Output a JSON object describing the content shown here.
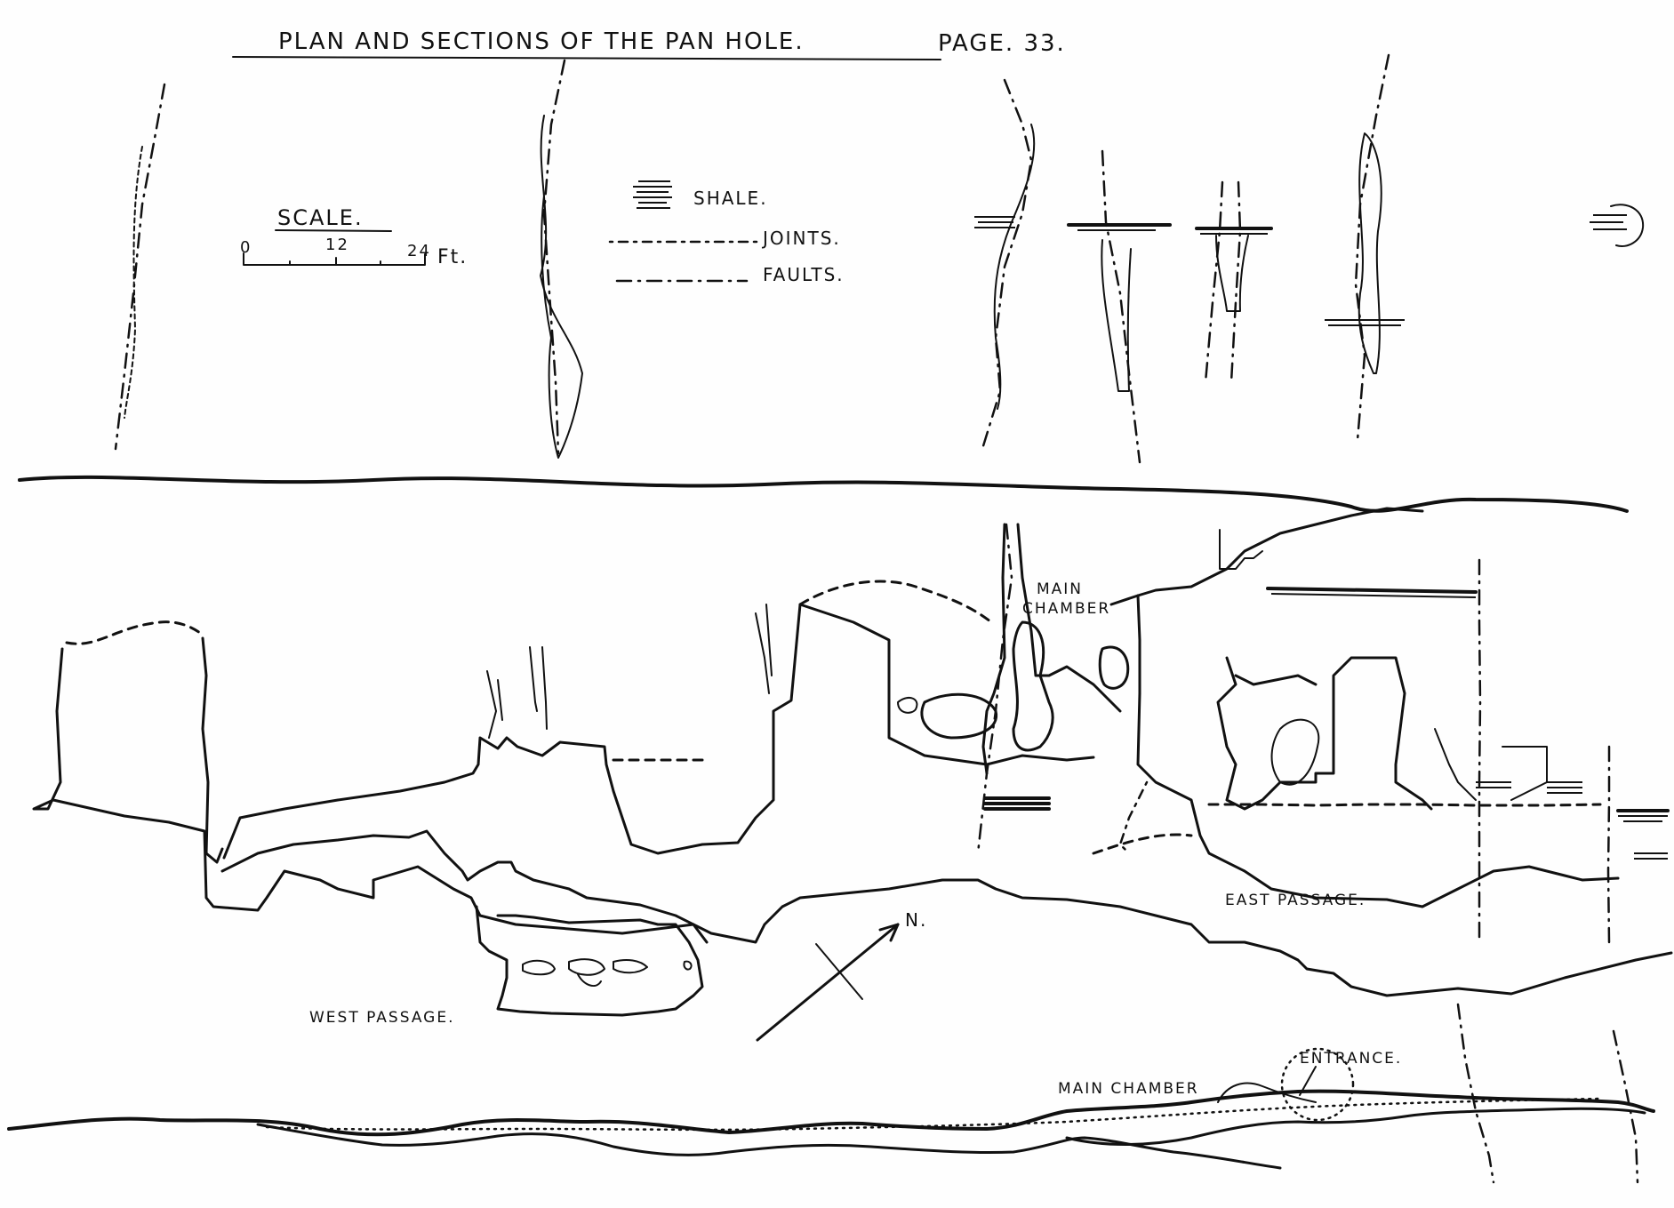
{
  "title": {
    "text": "PLAN AND SECTIONS OF THE PAN HOLE.",
    "page": "PAGE. 33."
  },
  "scale": {
    "label": "SCALE.",
    "ticks": [
      "0",
      "12",
      "24"
    ],
    "unit": "Ft."
  },
  "legend": {
    "items": [
      {
        "label": "SHALE.",
        "symbol": "shale-hatch"
      },
      {
        "label": "JOINTS.",
        "symbol": "joint-line"
      },
      {
        "label": "FAULTS.",
        "symbol": "fault-line"
      }
    ]
  },
  "labels": {
    "main_chamber_plan_1": "MAIN",
    "main_chamber_plan_2": "CHAMBER",
    "east_passage": "EAST PASSAGE.",
    "west_passage": "WEST PASSAGE.",
    "north": "N.",
    "main_chamber_section": "MAIN CHAMBER",
    "entrance": "ENTRANCE."
  },
  "colors": {
    "ink": "#111111",
    "paper": "#fefefe"
  }
}
